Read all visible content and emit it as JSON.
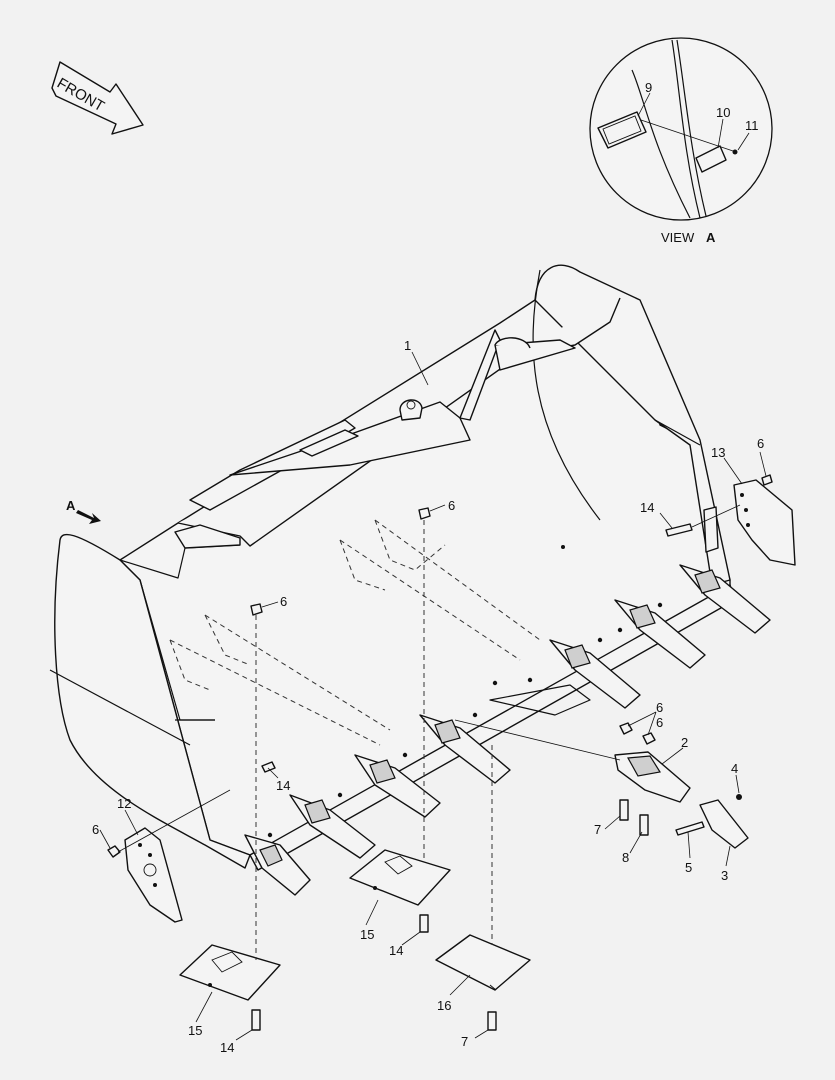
{
  "front_label": "FRONT",
  "view_label": "VIEW",
  "view_letter": "A",
  "view_arrow_letter": "A",
  "callouts": {
    "c1": "1",
    "c2": "2",
    "c3": "3",
    "c4": "4",
    "c5": "5",
    "c6a": "6",
    "c6b": "6",
    "c6c": "6",
    "c6d": "6",
    "c6e": "6",
    "c6f": "6",
    "c7a": "7",
    "c7b": "7",
    "c8": "8",
    "c9": "9",
    "c10": "10",
    "c11": "11",
    "c12": "12",
    "c13": "13",
    "c14a": "14",
    "c14b": "14",
    "c14c": "14",
    "c14d": "14",
    "c15a": "15",
    "c15b": "15",
    "c16": "16"
  },
  "colors": {
    "background": "#f2f2f2",
    "line": "#111111"
  }
}
